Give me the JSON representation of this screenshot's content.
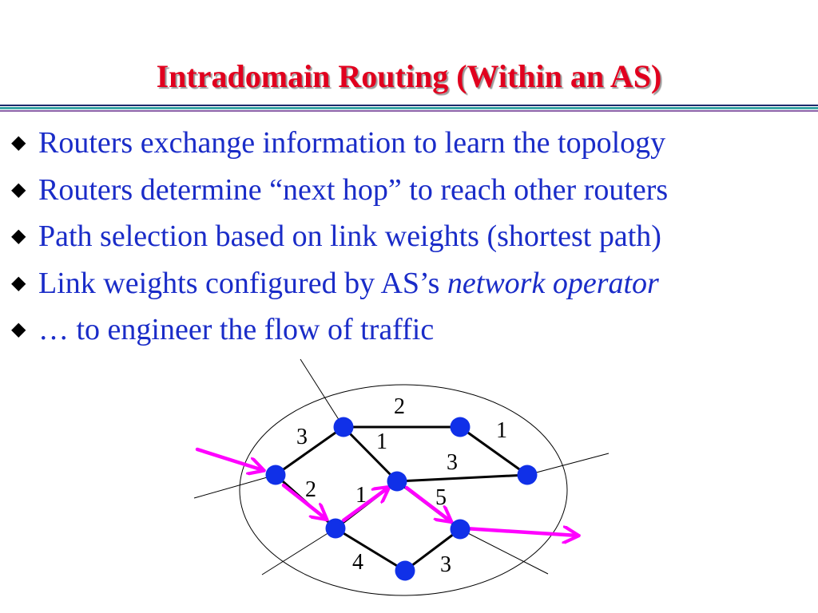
{
  "title": "Intradomain Routing (Within an AS)",
  "bullets": [
    {
      "text": "Routers exchange information to learn the topology"
    },
    {
      "text": "Routers determine “next hop” to reach other routers"
    },
    {
      "text": "Path selection based on link weights (shortest path)"
    },
    {
      "text": "Link weights configured by AS’s ",
      "emphasis": "network operator"
    },
    {
      "text": "… to engineer the flow of traffic"
    }
  ],
  "diagram": {
    "nodes": [
      {
        "id": "A"
      },
      {
        "id": "B"
      },
      {
        "id": "C"
      },
      {
        "id": "D"
      },
      {
        "id": "E"
      },
      {
        "id": "F"
      },
      {
        "id": "G"
      },
      {
        "id": "H"
      }
    ],
    "links": [
      {
        "from": "A",
        "to": "B",
        "weight": "3"
      },
      {
        "from": "B",
        "to": "C",
        "weight": "2"
      },
      {
        "from": "C",
        "to": "H",
        "weight": "1"
      },
      {
        "from": "B",
        "to": "D",
        "weight": "1"
      },
      {
        "from": "D",
        "to": "H",
        "weight": "3"
      },
      {
        "from": "A",
        "to": "E",
        "weight": "2"
      },
      {
        "from": "E",
        "to": "D",
        "weight": "1"
      },
      {
        "from": "D",
        "to": "F",
        "weight": "5"
      },
      {
        "from": "E",
        "to": "G",
        "weight": "4"
      },
      {
        "from": "G",
        "to": "F",
        "weight": "3"
      }
    ],
    "path": [
      "A",
      "E",
      "D",
      "F"
    ],
    "colors": {
      "node": "#1030e8",
      "path": "#ff00ff",
      "link": "#000000",
      "title": "#e1001e",
      "text": "#1a2cc8"
    }
  }
}
